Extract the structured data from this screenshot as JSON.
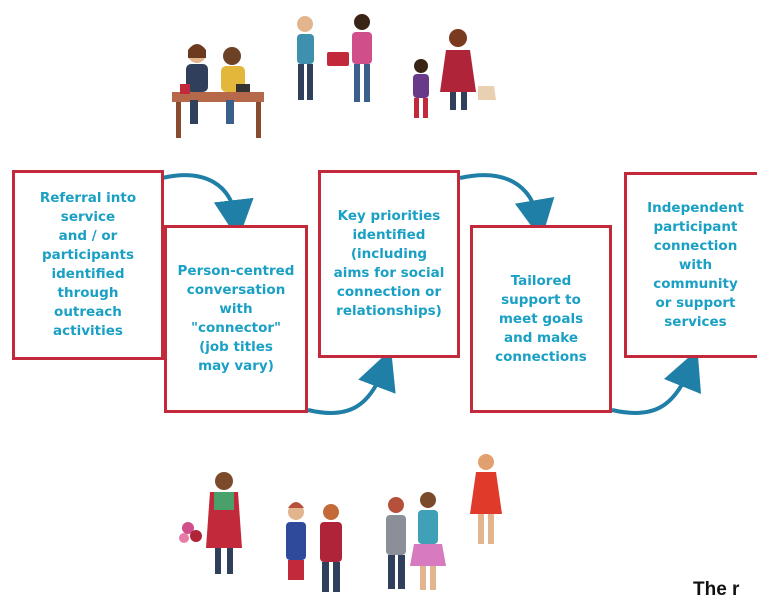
{
  "colors": {
    "box_border": "#c22a3c",
    "box_text": "#1aa0c4",
    "arrow": "#1f7fa6"
  },
  "steps": [
    {
      "text": "Referral into\nservice\nand / or\nparticipants\nidentified\nthrough\noutreach\nactivities"
    },
    {
      "text": "Person-centred\nconversation\nwith\n\"connector\"\n(job titles\nmay vary)"
    },
    {
      "text": "Key priorities\nidentified\n(including\naims for social\nconnection or\nrelationships)"
    },
    {
      "text": "Tailored\nsupport to\nmeet goals\nand make\nconnections"
    },
    {
      "text": "Independent\nparticipant\nconnection\nwith\ncommunity\nor support\nservices"
    }
  ],
  "illustrations": [
    "people-at-table-icon",
    "person-with-shopping-basket-icon",
    "parent-and-child-with-dog-icon",
    "woman-with-flowers-icon",
    "couple-icon",
    "young-couple-icon",
    "woman-in-red-dress-icon"
  ],
  "caption": "The r"
}
